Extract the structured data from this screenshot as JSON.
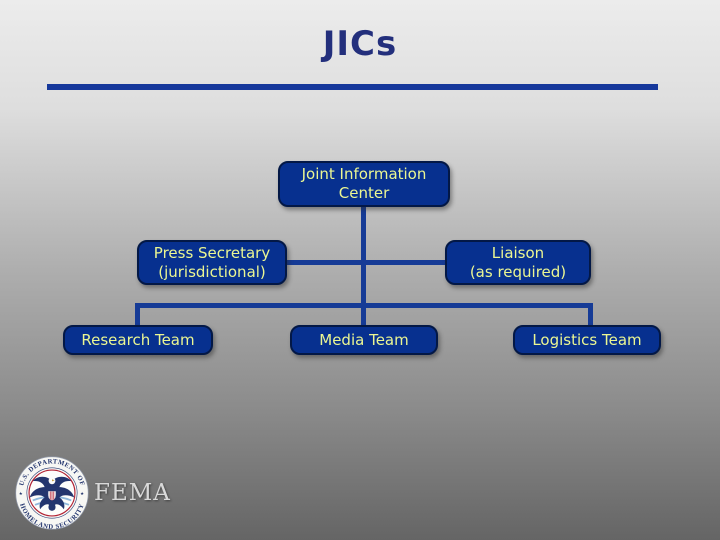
{
  "slide": {
    "title": "JICs"
  },
  "org_chart": {
    "nodes": [
      {
        "id": "joint-information-center",
        "lines": [
          "Joint Information",
          "Center"
        ]
      },
      {
        "id": "press-secretary",
        "lines": [
          "Press Secretary",
          "(jurisdictional)"
        ]
      },
      {
        "id": "liaison",
        "lines": [
          "Liaison",
          "(as required)"
        ]
      },
      {
        "id": "research-team",
        "lines": [
          "Research Team"
        ]
      },
      {
        "id": "media-team",
        "lines": [
          "Media Team"
        ]
      },
      {
        "id": "logistics-team",
        "lines": [
          "Logistics Team"
        ]
      }
    ],
    "edges": [
      {
        "from": "joint-information-center",
        "to": "press-secretary"
      },
      {
        "from": "joint-information-center",
        "to": "liaison"
      },
      {
        "from": "joint-information-center",
        "to": "research-team"
      },
      {
        "from": "joint-information-center",
        "to": "media-team"
      },
      {
        "from": "joint-information-center",
        "to": "logistics-team"
      }
    ]
  },
  "footer": {
    "seal_top_text": "U.S. DEPARTMENT OF",
    "seal_bottom_text": "HOMELAND SECURITY",
    "seal_star": "★",
    "agency_name": "FEMA"
  },
  "colors": {
    "title_text": "#232F7C",
    "rule": "#16389B",
    "box_fill": "#07308F",
    "box_border": "#031846",
    "box_text": "#EBF692",
    "connector": "#163B96",
    "background_top": "#ECECEC",
    "background_bottom": "#656565",
    "fema_text": "#D9D9D9",
    "seal_navy": "#23356E",
    "seal_red": "#B22234",
    "seal_light_blue": "#8FB8DC"
  }
}
